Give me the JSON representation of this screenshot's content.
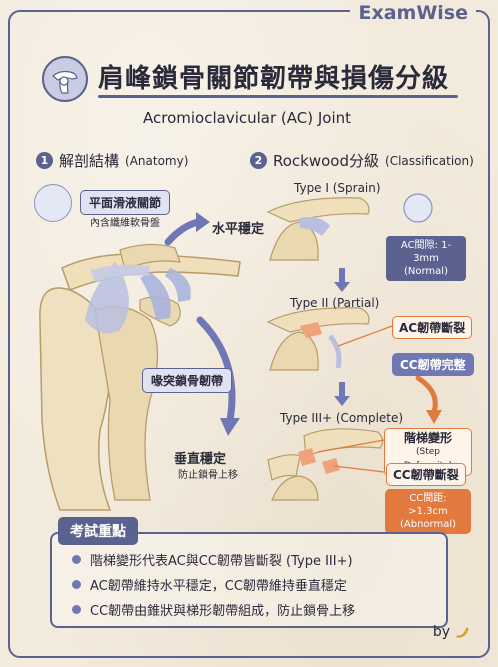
{
  "brand": "ExamWise",
  "title": "肩峰鎖骨關節韌帶與損傷分級",
  "subtitle": "Acromioclavicular (AC) Joint",
  "section1": {
    "number": "1",
    "label": "解剖結構",
    "label_en": "(Anatomy)"
  },
  "section2": {
    "number": "2",
    "label": "Rockwood分級",
    "label_en": "(Classification)"
  },
  "anatomy": {
    "synovial_title": "平面滑液關節",
    "synovial_sub": "內含纖維軟骨盤",
    "horizontal": "水平穩定",
    "cc_ligament": "喙突鎖骨韌帶",
    "vertical": "垂直穩定",
    "vertical_sub": "防止鎖骨上移"
  },
  "classification": {
    "type1": "Type I (Sprain)",
    "type1_gap_line1": "AC間隙: 1-3mm",
    "type1_gap_line2": "(Normal)",
    "type2": "Type II (Partial)",
    "type2_ac": "AC韌帶斷裂",
    "type2_cc": "CC韌帶完整",
    "type3": "Type III+ (Complete)",
    "type3_step": "階梯變形",
    "type3_step_en": "(Step Deformity)",
    "type3_cc": "CC韌帶斷裂",
    "type3_gap_line1": "CC間距: >1.3cm",
    "type3_gap_line2": "(Abnormal)"
  },
  "key_points": {
    "title": "考試重點",
    "items": [
      "階梯變形代表AC與CC韌帶皆斷裂 (Type III+)",
      "AC韌帶維持水平穩定，CC韌帶維持垂直穩定",
      "CC韌帶由錐狀與梯形韌帶組成，防止鎖骨上移"
    ]
  },
  "byline": "by",
  "colors": {
    "accent": "#5b628f",
    "orange": "#e2793e",
    "bone": "#ecdcb8",
    "ligament": "#b8bfe0"
  },
  "icons": {
    "byline": "banana-icon",
    "logo": "shoulder-icon"
  }
}
